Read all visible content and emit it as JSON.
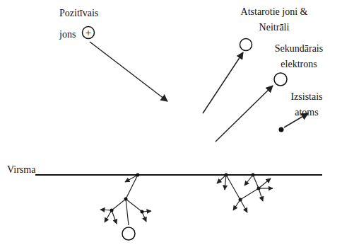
{
  "diagram": {
    "labels": [
      "Pozitīvais jons",
      "+",
      "Atstarotie joni & Neitrāli",
      "Sekundārais elektrons",
      "Izsistais atoms",
      "Virsma"
    ]
  }
}
